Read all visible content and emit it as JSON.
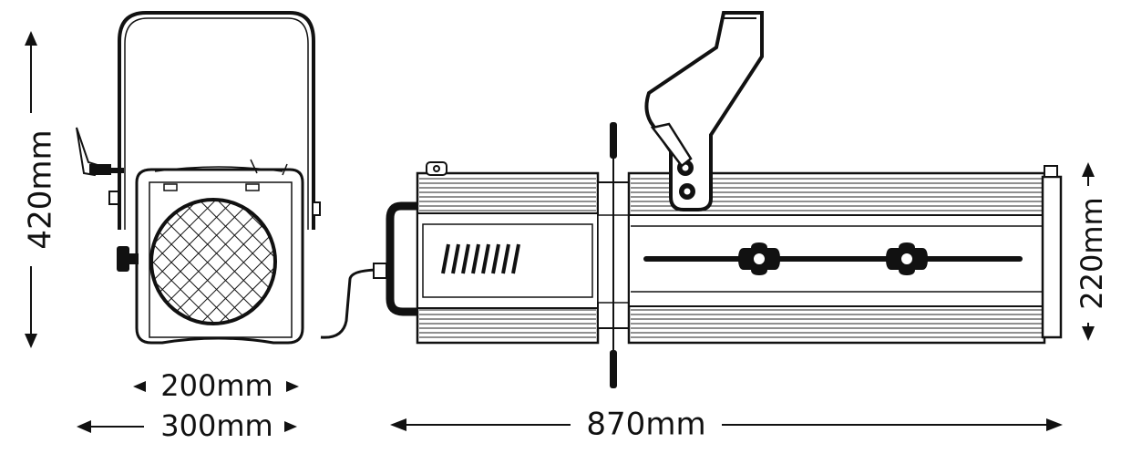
{
  "dimensions": {
    "height_total": "420mm",
    "width_front": "200mm",
    "width_bracket": "300mm",
    "length": "870mm",
    "height_body": "220mm"
  }
}
